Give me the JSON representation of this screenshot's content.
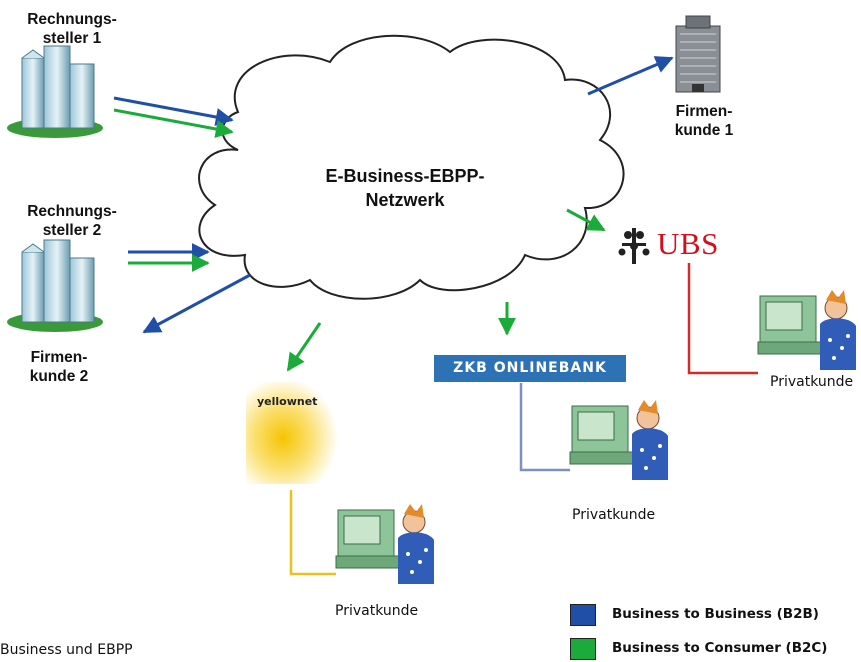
{
  "diagram": {
    "network_title": "E-Business-EBPP-\nNetzwerk",
    "nodes": {
      "biller1_label": "Rechnungs-\nsteller 1",
      "biller2_label": "Rechnungs-\nsteller 2",
      "corp_customer1_label": "Firmen-\nkunde 1",
      "corp_customer2_label": "Firmen-\nkunde 2",
      "private_customer_ubs": "Privatkunde",
      "private_customer_zkb": "Privatkunde",
      "private_customer_yellownet": "Privatkunde"
    },
    "banks": {
      "ubs": "UBS",
      "zkb": "ZKB ONLINEBANK",
      "yellownet": "yellownet"
    },
    "caption": "Business und EBPP",
    "legend": [
      {
        "label": "Business to Business (B2B)",
        "color": "#1f4fa6"
      },
      {
        "label": "Business to Consumer (B2C)",
        "color": "#1aab3a"
      }
    ],
    "colors": {
      "b2b": "#1f4fa6",
      "b2c": "#1aab3a",
      "ubs_line": "#d42a2a",
      "zkb_line": "#7d8fc4",
      "yellownet_line": "#e9c31a",
      "ubs_brand": "#d0101a",
      "zkb_brand": "#2e72b6"
    },
    "icons": [
      "office-building-icon",
      "skyscraper-icon",
      "ubs-keys-icon",
      "person-at-computer-icon"
    ]
  }
}
